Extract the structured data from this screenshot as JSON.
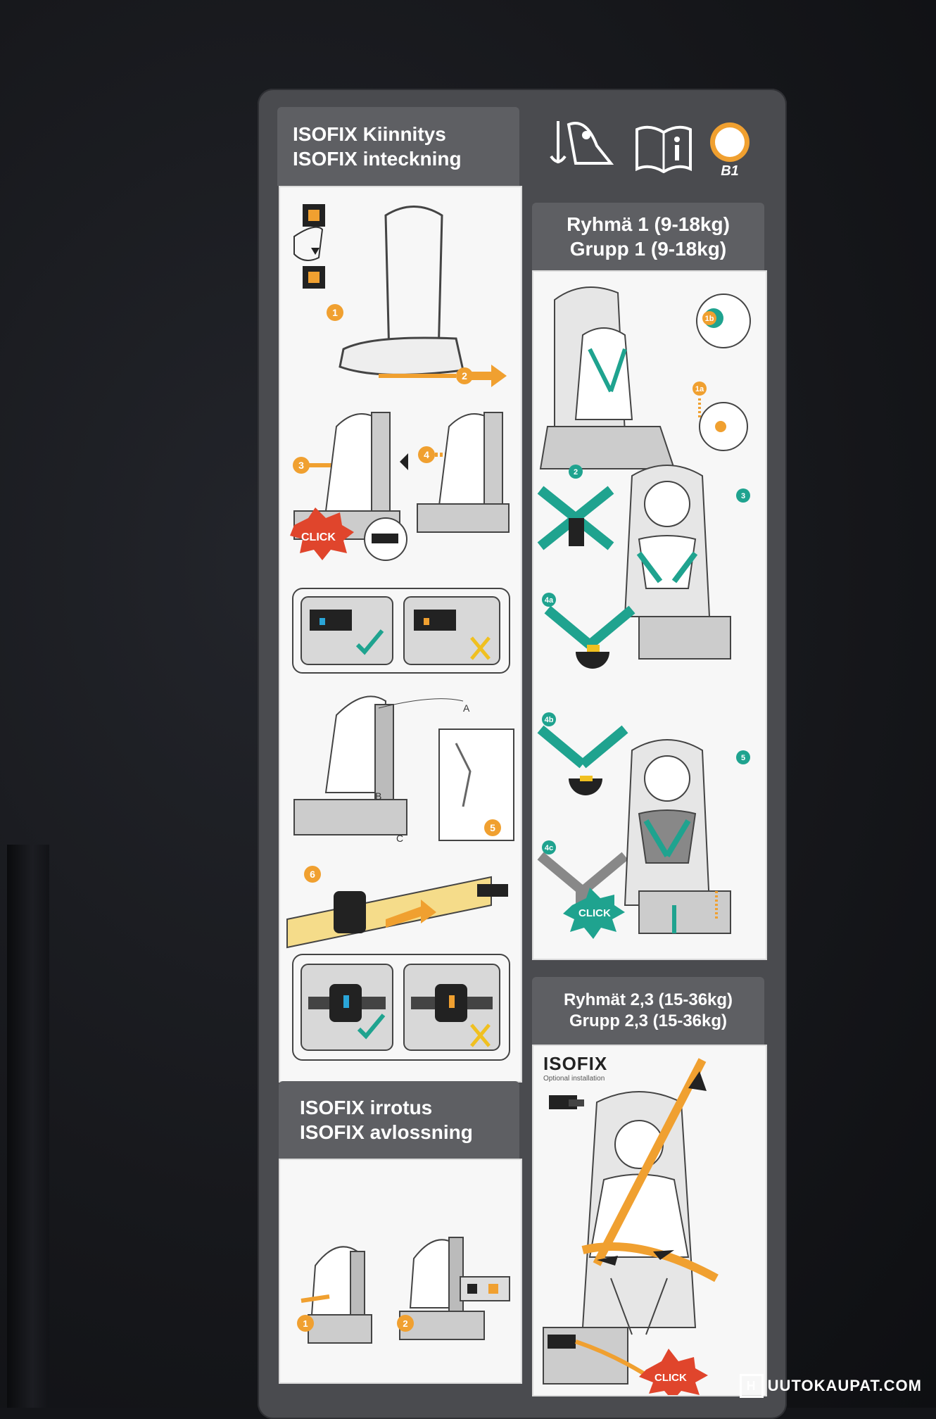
{
  "left_column": {
    "attach_title_fi": "ISOFIX Kiinnitys",
    "attach_title_sv": "ISOFIX inteckning",
    "release_title_fi": "ISOFIX irrotus",
    "release_title_sv": "ISOFIX avlossning",
    "click_label": "CLICK",
    "anchor_a": "A",
    "anchor_b": "B",
    "anchor_c": "C",
    "steps": [
      "1",
      "2",
      "3",
      "4",
      "5",
      "6"
    ],
    "release_steps": [
      "1",
      "2"
    ]
  },
  "right_column": {
    "badge_label": "B1",
    "icons": [
      "anchor-seat-icon",
      "manual-info-icon",
      "group-badge-icon"
    ],
    "group1_title_fi": "Ryhmä 1 (9-18kg)",
    "group1_title_sv": "Grupp 1 (9-18kg)",
    "group1_steps": [
      "1a",
      "1b",
      "2",
      "3",
      "4a",
      "4b",
      "4c",
      "5"
    ],
    "group1_click": "CLICK",
    "group23_title_fi": "Ryhmät 2,3 (15-36kg)",
    "group23_title_sv": "Grupp 2,3 (15-36kg)",
    "isofix_label": "ISOFIX",
    "isofix_sub": "Optional installation",
    "group23_click": "CLICK"
  },
  "watermark": {
    "glyph": "H",
    "text": "UUTOKAUPAT.COM"
  },
  "colors": {
    "accent_orange": "#f0a030",
    "accent_teal": "#1fa38f",
    "click_red": "#e0452c"
  }
}
